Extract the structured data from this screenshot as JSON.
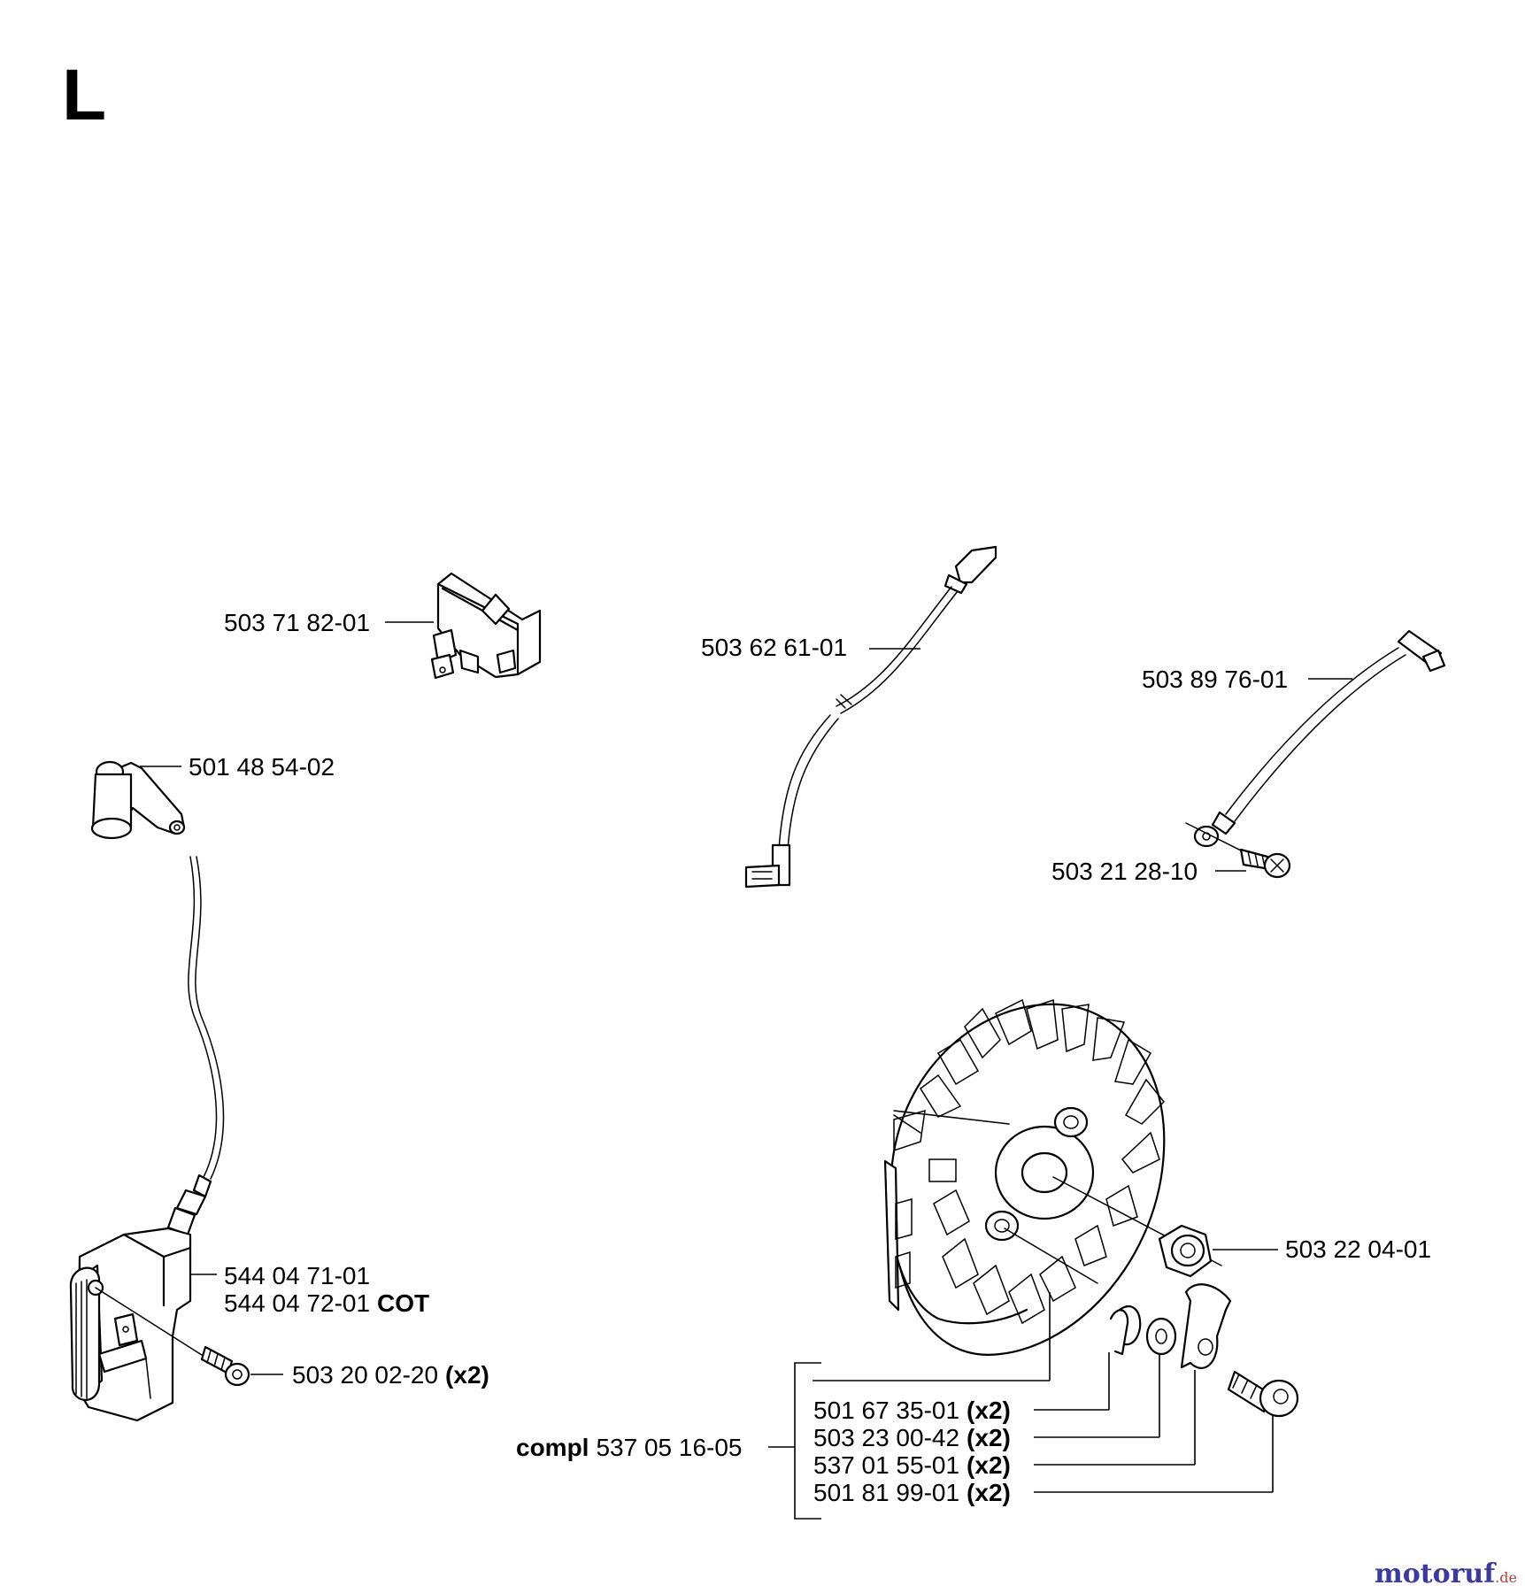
{
  "section_letter": "L",
  "parts": {
    "switch": {
      "number": "503 71 82-01"
    },
    "wire_short": {
      "number": "503 62 61-01"
    },
    "wire_long": {
      "number": "503 89 76-01"
    },
    "wire_screw": {
      "number": "503 21 28-10"
    },
    "plug_cap": {
      "number": "501 48 54-02"
    },
    "ignition_module": {
      "number": "544 04 71-01",
      "number_alt": "544 04 72-01",
      "alt_suffix": "COT"
    },
    "module_screw": {
      "number": "503 20 02-20",
      "qty": "(x2)"
    },
    "flywheel_nut": {
      "number": "503 22 04-01"
    }
  },
  "kit": {
    "prefix": "compl",
    "number": "537 05 16-05",
    "items": [
      {
        "number": "501 67 35-01",
        "qty": "(x2)"
      },
      {
        "number": "503 23 00-42",
        "qty": "(x2)"
      },
      {
        "number": "537 01 55-01",
        "qty": "(x2)"
      },
      {
        "number": "501 81 99-01",
        "qty": "(x2)"
      }
    ]
  },
  "watermark": {
    "main": "motoruf",
    "suffix": ".de"
  }
}
